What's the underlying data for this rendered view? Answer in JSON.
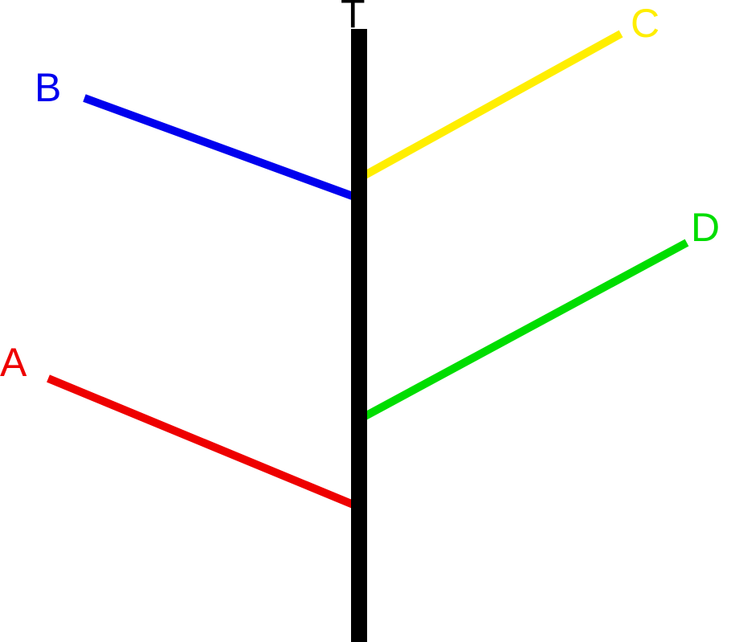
{
  "trunk": {
    "label": "T",
    "color": "#000000"
  },
  "branches": [
    {
      "id": "b",
      "label": "B",
      "color": "#0000ee"
    },
    {
      "id": "c",
      "label": "C",
      "color": "#ffee00"
    },
    {
      "id": "d",
      "label": "D",
      "color": "#00dd00"
    },
    {
      "id": "a",
      "label": "A",
      "color": "#ee0000"
    }
  ]
}
